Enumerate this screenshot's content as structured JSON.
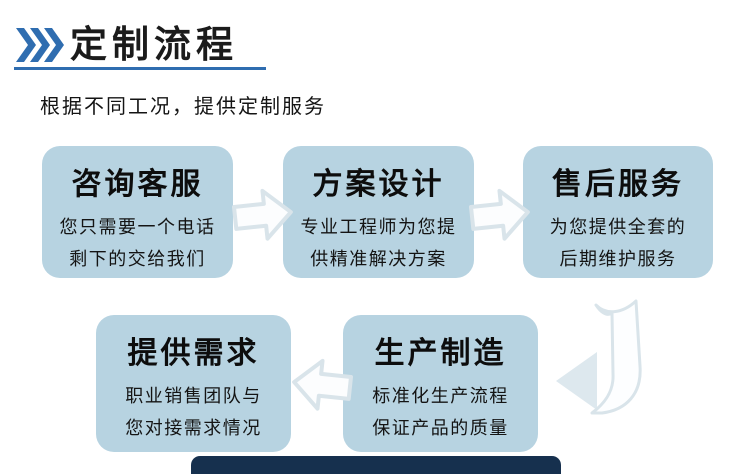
{
  "header": {
    "icon": "triple-chevron-icon",
    "title": "定制流程",
    "subtitle": "根据不同工况，提供定制服务",
    "accent_color": "#2f6db0",
    "title_color": "#1b1b1b"
  },
  "flow": {
    "box_color": "#b7d3e1",
    "arrow_outline_color": "#d9e4ea",
    "arrow_fill_color": "#fcfdfe",
    "steps": [
      {
        "title": "咨询客服",
        "desc": [
          "您只需要一个电话",
          "剩下的交给我们"
        ]
      },
      {
        "title": "方案设计",
        "desc": [
          "专业工程师为您提",
          "供精准解决方案"
        ]
      },
      {
        "title": "售后服务",
        "desc": [
          "为您提供全套的",
          "后期维护服务"
        ]
      },
      {
        "title": "提供需求",
        "desc": [
          "职业销售团队与",
          "您对接需求情况"
        ]
      },
      {
        "title": "生产制造",
        "desc": [
          "标准化生产流程",
          "保证产品的质量"
        ]
      }
    ],
    "connectors": [
      {
        "icon": "flow-arrow-right-icon",
        "from": "咨询客服",
        "to": "方案设计"
      },
      {
        "icon": "flow-arrow-right-icon",
        "from": "方案设计",
        "to": "售后服务"
      },
      {
        "icon": "flow-arrow-bend-down-left-icon",
        "from": "售后服务",
        "to": "生产制造"
      },
      {
        "icon": "flow-arrow-left-icon",
        "from": "生产制造",
        "to": "提供需求"
      }
    ]
  },
  "footer": {
    "banner_color": "#16304e"
  }
}
